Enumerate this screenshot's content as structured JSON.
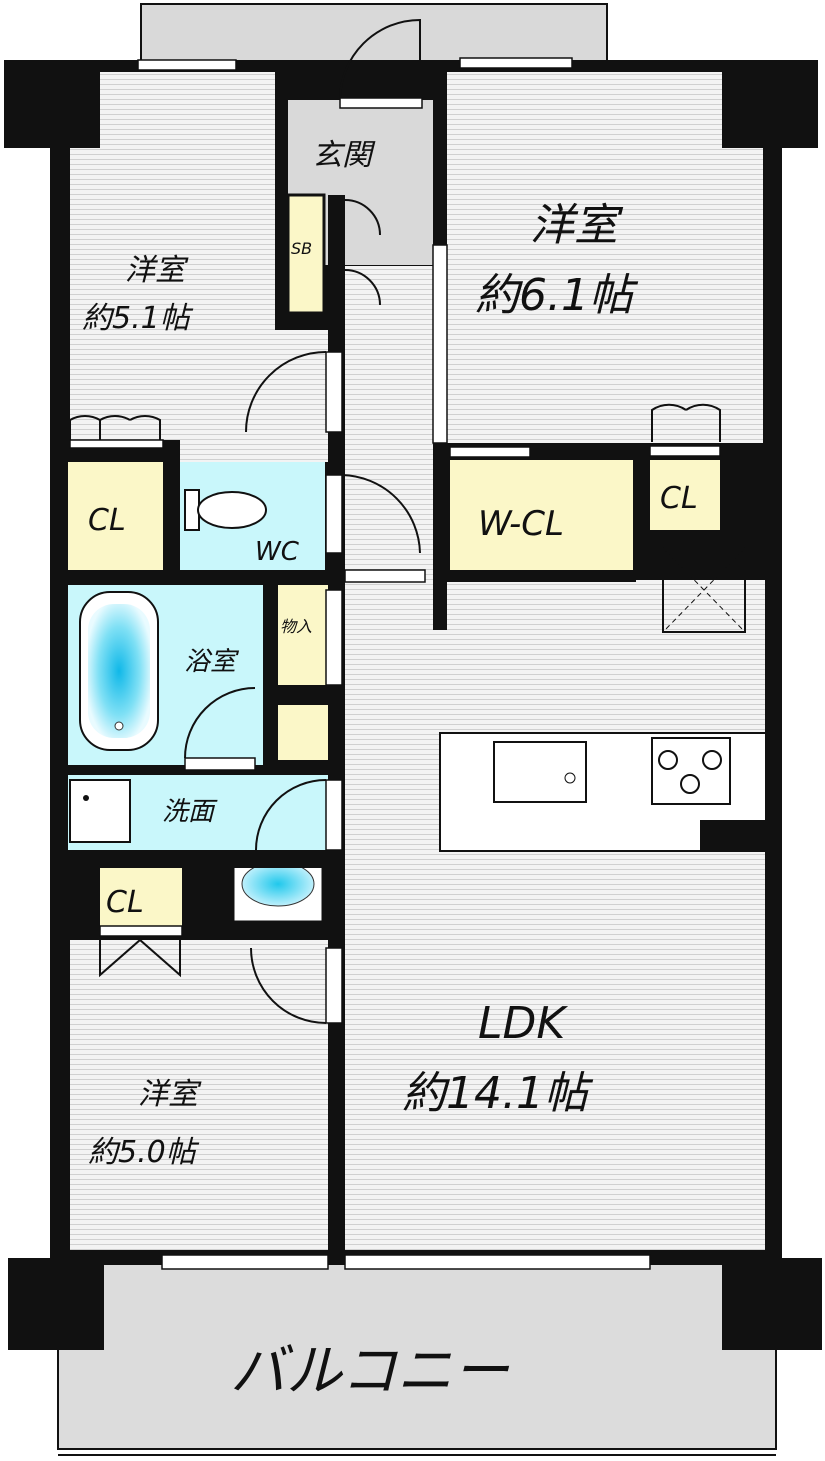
{
  "rooms": {
    "entrance": "玄関",
    "shoe_box": "SB",
    "western_room_1": {
      "name": "洋室",
      "size": "約5.1帖"
    },
    "western_room_2": {
      "name": "洋室",
      "size": "約6.1帖"
    },
    "western_room_3": {
      "name": "洋室",
      "size": "約5.0帖"
    },
    "closet_1": "CL",
    "closet_2": "CL",
    "closet_3": "CL",
    "walk_in_closet": "W-CL",
    "toilet": "WC",
    "storage": "物入",
    "bathroom": "浴室",
    "washroom": "洗面",
    "ldk": {
      "name": "LDK",
      "size": "約14.1帖"
    },
    "balcony": "バルコニー"
  },
  "colors": {
    "wall": "#111111",
    "floor": "#f2f2f2",
    "floor_line": "#d2d2d2",
    "closet": "#fbf7c8",
    "wet_area": "#c9f7fb",
    "entrance": "#d9d9d9",
    "balcony": "#dcdcdc",
    "bathtub": "#20c8ec"
  }
}
